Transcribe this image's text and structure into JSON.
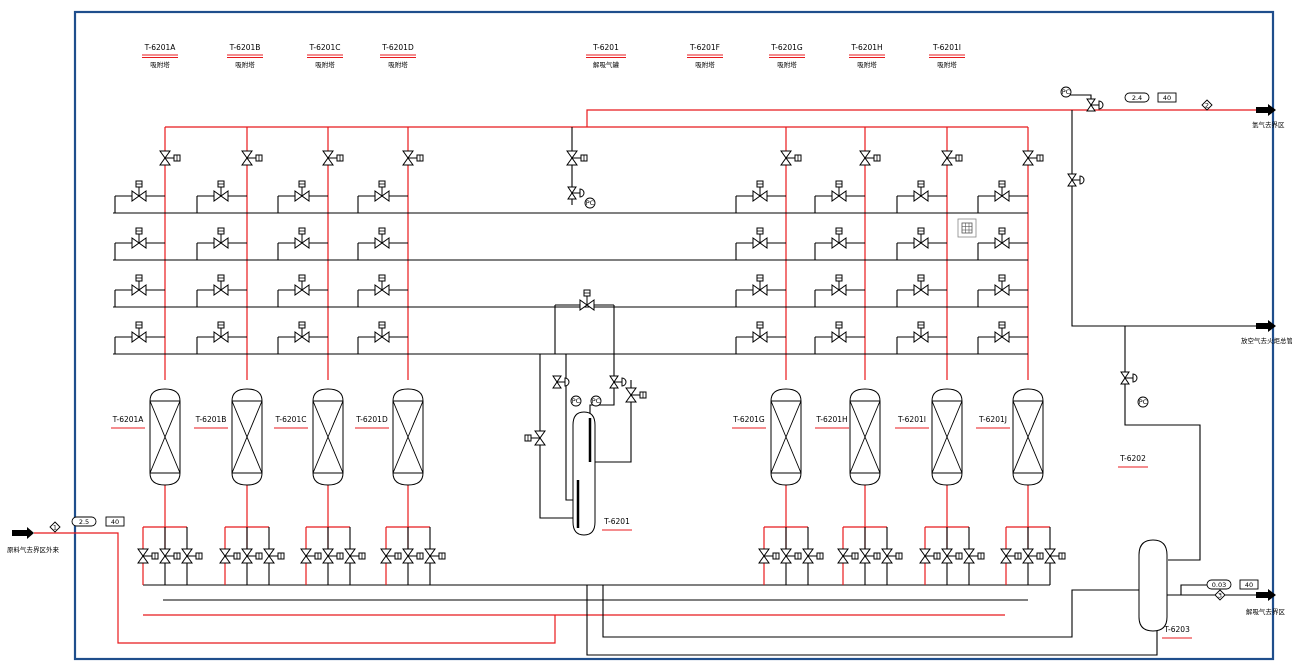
{
  "top_labels": [
    {
      "tag": "T-6201A",
      "desc": "吸附塔"
    },
    {
      "tag": "T-6201B",
      "desc": "吸附塔"
    },
    {
      "tag": "T-6201C",
      "desc": "吸附塔"
    },
    {
      "tag": "T-6201D",
      "desc": "吸附塔"
    },
    {
      "tag": "T-6201",
      "desc": "解吸气罐"
    },
    {
      "tag": "T-6201F",
      "desc": "吸附塔"
    },
    {
      "tag": "T-6201G",
      "desc": "吸附塔"
    },
    {
      "tag": "T-6201H",
      "desc": "吸附塔"
    },
    {
      "tag": "T-6201I",
      "desc": "吸附塔"
    }
  ],
  "left_columns": [
    {
      "tag": "T-6201A"
    },
    {
      "tag": "T-6201B"
    },
    {
      "tag": "T-6201C"
    },
    {
      "tag": "T-6201D"
    }
  ],
  "right_columns": [
    {
      "tag": "T-6201G"
    },
    {
      "tag": "T-6201H"
    },
    {
      "tag": "T-6201I"
    },
    {
      "tag": "T-6201J"
    }
  ],
  "center_vessel": {
    "tag": "T-6201"
  },
  "vessel_6202": {
    "tag": "T-6202"
  },
  "vessel_6203": {
    "tag": "T-6203"
  },
  "controller_label": "PC",
  "feed": {
    "label": "原料气去界区外来",
    "marker": "1",
    "pressure": "2.5",
    "temp": "40"
  },
  "product": {
    "label": "氢气去界区",
    "marker": "2",
    "pressure": "2.4",
    "temp": "40"
  },
  "vent": {
    "label": "放空气去火炬总管"
  },
  "tail": {
    "label": "解吸气去界区",
    "marker": "3",
    "pressure": "0.03",
    "temp": "40"
  }
}
